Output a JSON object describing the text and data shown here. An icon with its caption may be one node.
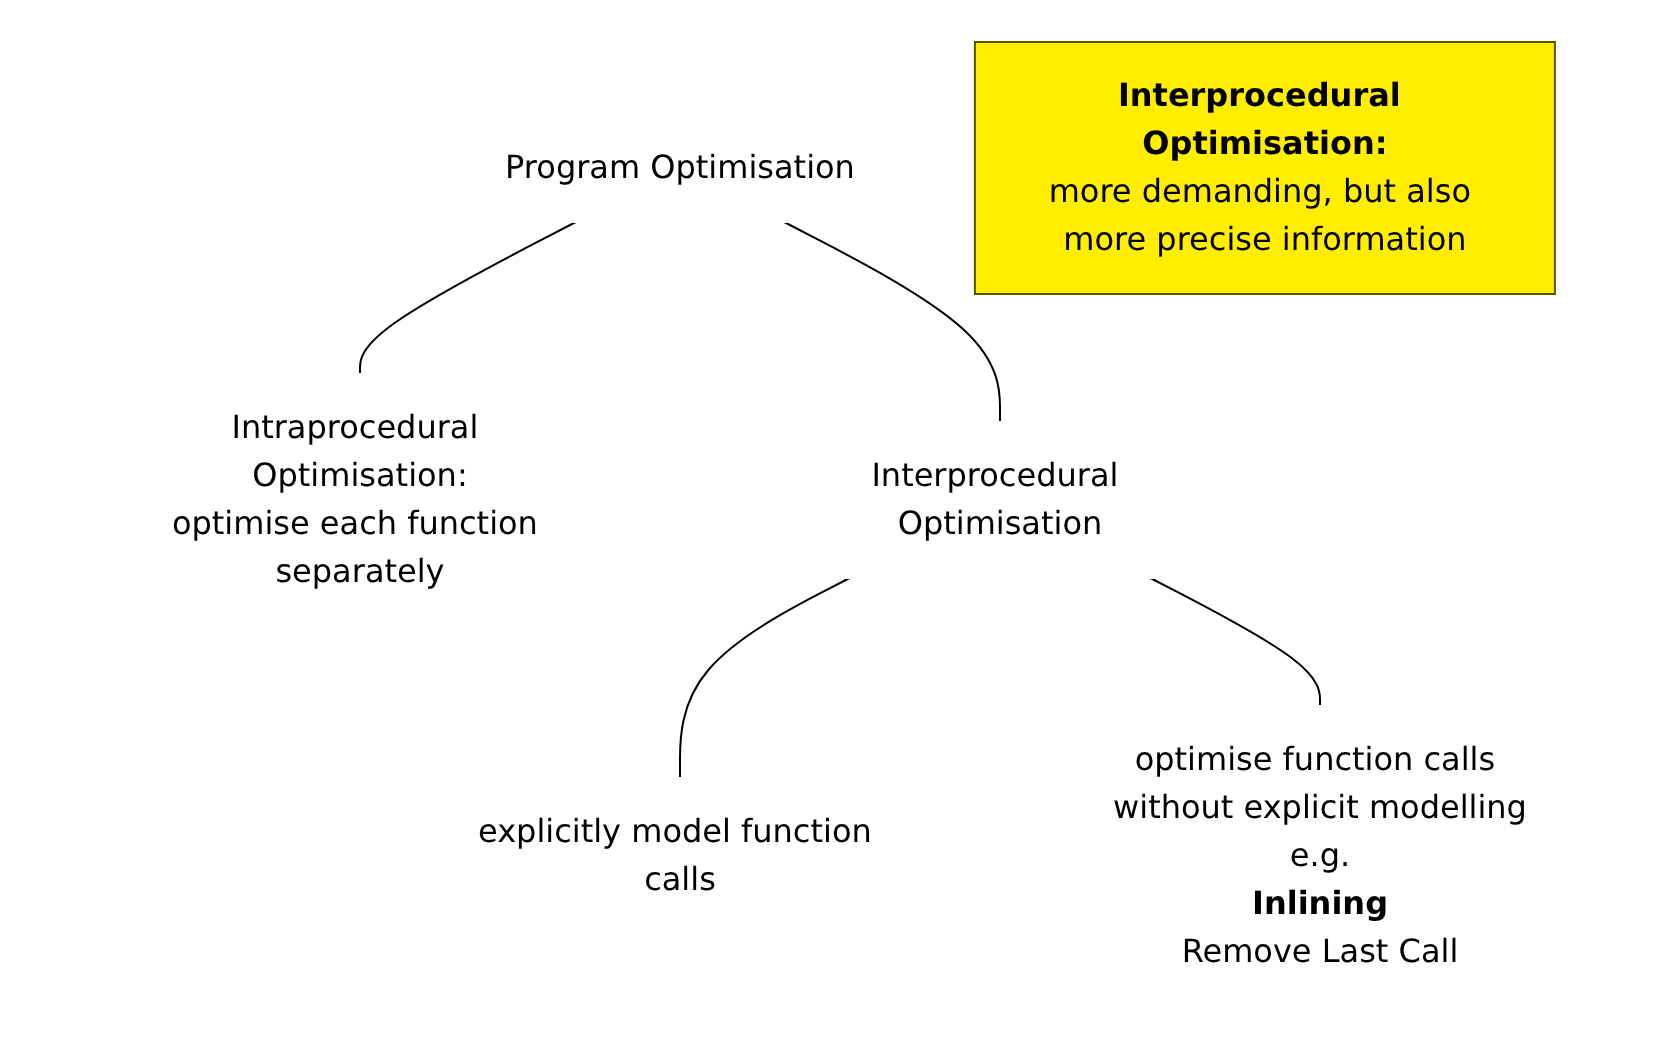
{
  "diagram": {
    "nodes": [
      {
        "text": [
          "Program Optimisation"
        ]
      },
      {
        "text": [
          "Intraprocedural Optimisation:",
          "optimise each function separately"
        ]
      },
      {
        "text": [
          "Interprocedural Optimisation"
        ]
      },
      {
        "text": [
          "explicitly model function calls"
        ]
      },
      {
        "text": [
          "optimise function calls without explicit modelling",
          "e.g.",
          "Inlining",
          "Remove Last Call"
        ]
      },
      {
        "text": [
          "Interprocedural Optimisation:",
          "more demanding, but also more precise information"
        ]
      }
    ],
    "edges": [
      {
        "from": 0,
        "to": 1,
        "arrow": "none"
      },
      {
        "from": 0,
        "to": 2,
        "arrow": "none"
      },
      {
        "from": 2,
        "to": 3,
        "arrow": "none"
      },
      {
        "from": 2,
        "to": 4,
        "arrow": "none"
      }
    ]
  }
}
